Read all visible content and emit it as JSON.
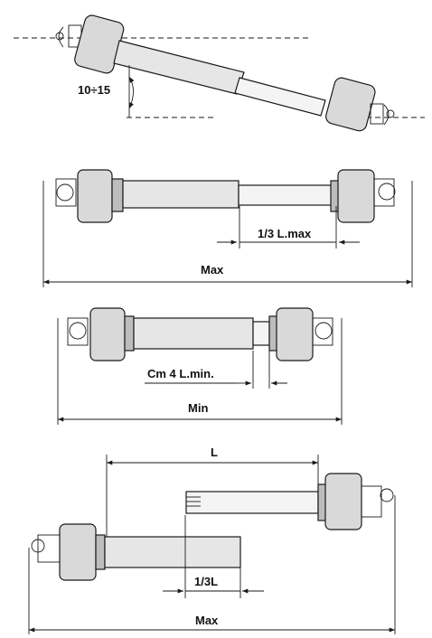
{
  "figures": {
    "angle": {
      "label": "10÷15"
    },
    "max_extension": {
      "overlap_label": "1/3 L.max",
      "length_label": "Max"
    },
    "min_length": {
      "clearance_label": "Cm 4 L.min.",
      "length_label": "Min"
    },
    "mounting": {
      "length_label": "L",
      "overlap_label": "1/3L",
      "max_label": "Max"
    }
  }
}
